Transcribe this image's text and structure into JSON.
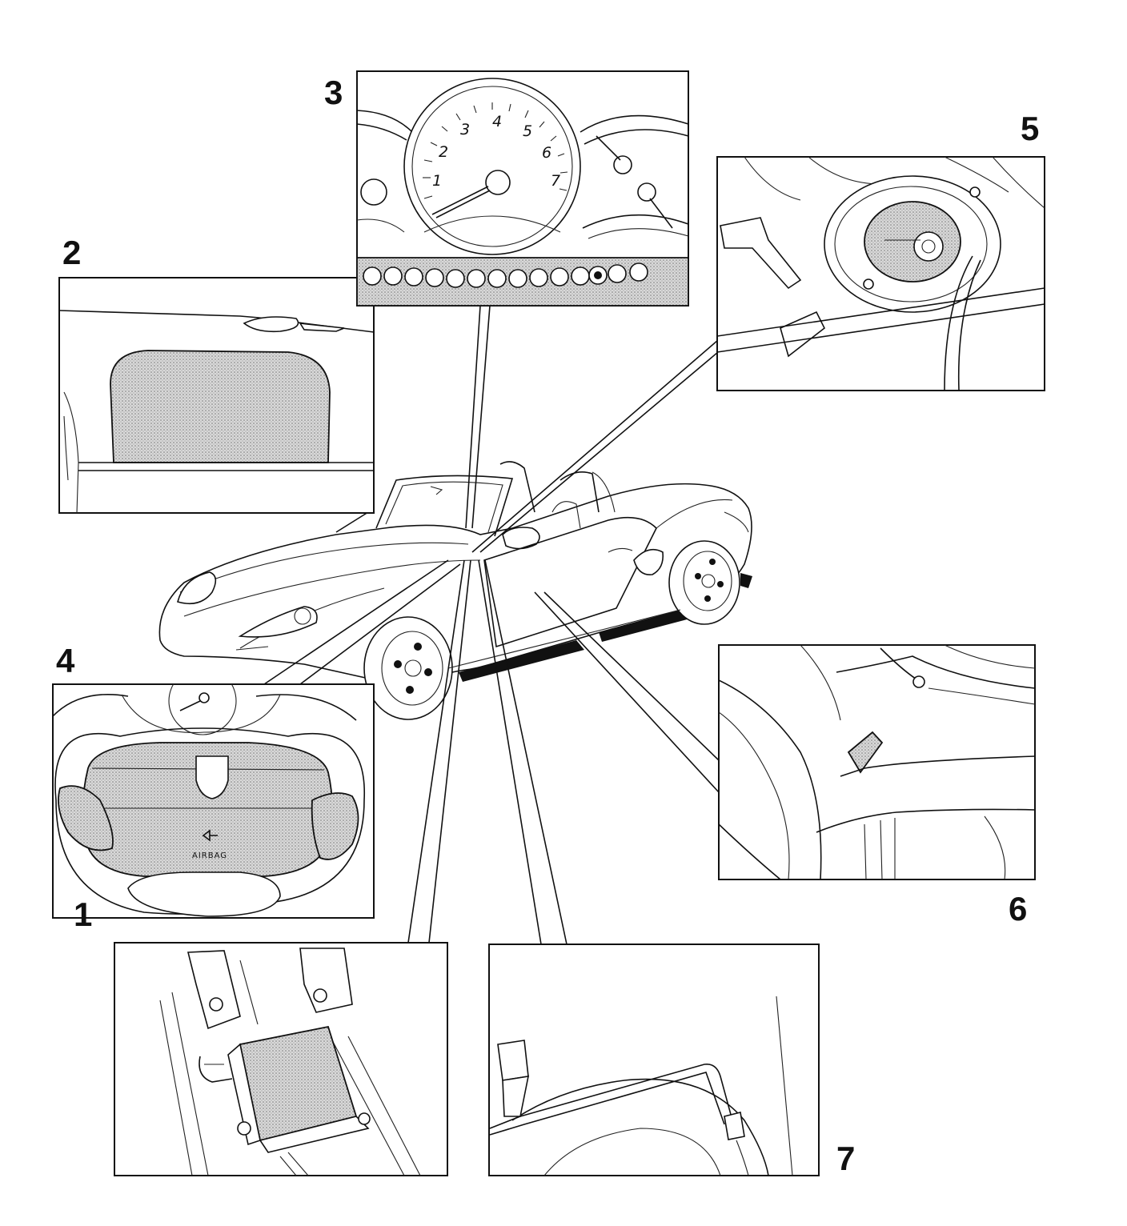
{
  "callouts": {
    "c1": "1",
    "c2": "2",
    "c3": "3",
    "c4": "4",
    "c5": "5",
    "c6": "6",
    "c7": "7"
  },
  "tachometer": {
    "n1": "1",
    "n2": "2",
    "n3": "3",
    "n4": "4",
    "n5": "5",
    "n6": "6",
    "n7": "7"
  },
  "airbag_label": "AIRBAG"
}
